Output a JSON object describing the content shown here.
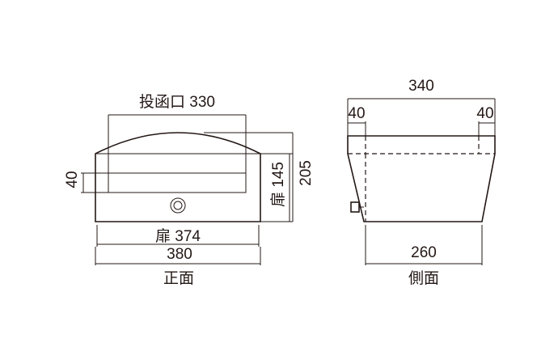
{
  "front_view": {
    "caption": "正面",
    "slot_label": "投函口 330",
    "left_offset_label": "40",
    "door_height_label": "扉 145",
    "total_height_label": "205",
    "door_width_label": "扉 374",
    "total_width_label": "380"
  },
  "side_view": {
    "caption": "側面",
    "top_width_label": "340",
    "left_overhang_label": "40",
    "right_overhang_label": "40",
    "bottom_width_label": "260"
  }
}
